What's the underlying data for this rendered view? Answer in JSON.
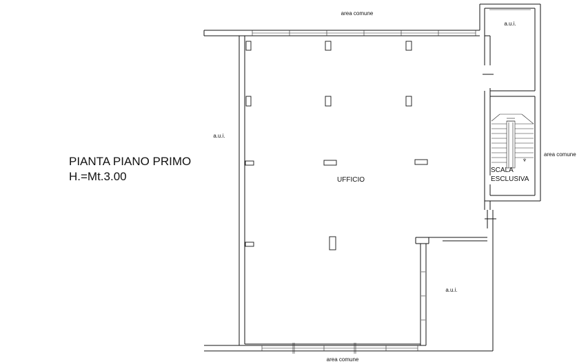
{
  "drawing": {
    "title_line1": "PIANTA PIANO PRIMO",
    "title_line2": "H.=Mt.3.00"
  },
  "labels": {
    "area_comune_top": "area comune",
    "area_comune_right": "area comune",
    "area_comune_bottom": "area comune",
    "aui_top_right": "a.u.i.",
    "aui_left": "a.u.i.",
    "aui_bottom_right": "a.u.i.",
    "room_ufficio": "UFFICIO",
    "scala_line1": "SCALA",
    "scala_line2": "ESCLUSIVA"
  }
}
